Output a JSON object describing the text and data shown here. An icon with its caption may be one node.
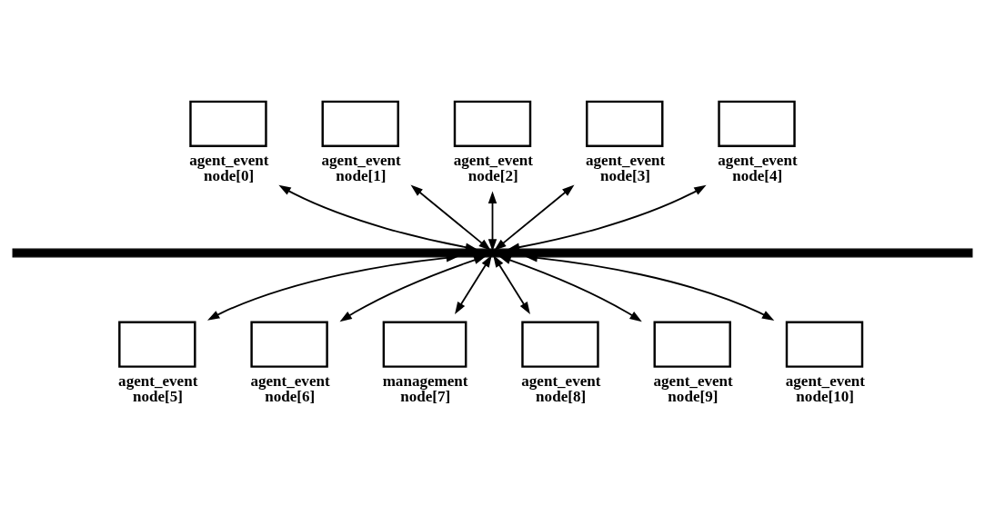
{
  "diagram": {
    "nodes": [
      {
        "text": [
          "agent_event node[0]"
        ]
      },
      {
        "text": [
          "agent_event node[1]"
        ]
      },
      {
        "text": [
          "agent_event node[2]"
        ]
      },
      {
        "text": [
          "agent_event node[3]"
        ]
      },
      {
        "text": [
          "agent_event node[4]"
        ]
      },
      {
        "text": [],
        "shape": "bar"
      },
      {
        "text": [
          "agent_event node[5]"
        ]
      },
      {
        "text": [
          "agent_event node[6]"
        ]
      },
      {
        "text": [
          "management node[7]"
        ]
      },
      {
        "text": [
          "agent_event node[8]"
        ]
      },
      {
        "text": [
          "agent_event node[9]"
        ]
      },
      {
        "text": [
          "agent_event node[10]"
        ]
      }
    ],
    "edges": [
      {
        "from": 0,
        "to": 5,
        "arrow": "both"
      },
      {
        "from": 1,
        "to": 5,
        "arrow": "both"
      },
      {
        "from": 2,
        "to": 5,
        "arrow": "both"
      },
      {
        "from": 3,
        "to": 5,
        "arrow": "both"
      },
      {
        "from": 4,
        "to": 5,
        "arrow": "both"
      },
      {
        "from": 5,
        "to": 6,
        "arrow": "both"
      },
      {
        "from": 5,
        "to": 7,
        "arrow": "both"
      },
      {
        "from": 5,
        "to": 8,
        "arrow": "both"
      },
      {
        "from": 5,
        "to": 9,
        "arrow": "both"
      },
      {
        "from": 5,
        "to": 10,
        "arrow": "both"
      },
      {
        "from": 5,
        "to": 11,
        "arrow": "both"
      }
    ]
  }
}
